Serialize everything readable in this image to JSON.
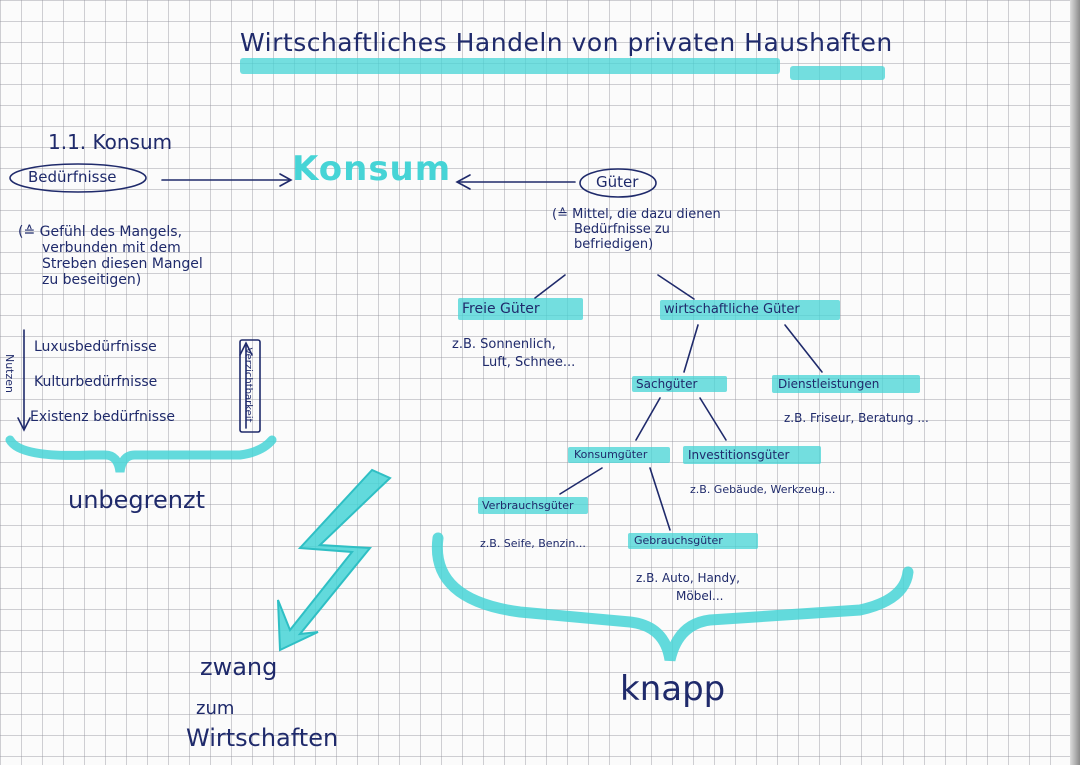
{
  "title": "Wirtschaftliches Handeln von privaten Haushaften",
  "section": "1.1. Konsum",
  "center_word": "Konsum",
  "left": {
    "node": "Bedürfnisse",
    "definition": [
      "(≙ Gefühl des Mangels,",
      "verbunden mit dem",
      "Streben diesen Mangel",
      "zu beseitigen)"
    ],
    "pyramid": [
      "Luxusbedürfnisse",
      "Kulturbedürfnisse",
      "Existenz bedürfnisse"
    ],
    "axis_left": "Nutzen",
    "axis_right": "Verzichtbarkeit",
    "result": "unbegrenzt"
  },
  "right": {
    "node": "Güter",
    "definition": [
      "(≙ Mittel, die dazu dienen",
      "Bedürfnisse zu",
      "befriedigen)"
    ],
    "free_goods": "Freie Güter",
    "free_examples": [
      "z.B. Sonnenlich,",
      "Luft, Schnee..."
    ],
    "economic_goods": "wirtschaftliche Güter",
    "material_goods": "Sachgüter",
    "services": "Dienstleistungen",
    "services_examples": "z.B. Friseur, Beratung ...",
    "consumer_goods": "Konsumgüter",
    "investment_goods": "Investitionsgüter",
    "investment_examples": "z.B. Gebäude, Werkzeug...",
    "consumables": "Verbrauchsgüter",
    "consumables_examples": "z.B. Seife, Benzin...",
    "durables": "Gebrauchsgüter",
    "durables_examples": [
      "z.B. Auto, Handy,",
      "Möbel..."
    ],
    "result": "knapp"
  },
  "bottom": [
    "zwang",
    "zum",
    "Wirtschaften"
  ],
  "colors": {
    "ink": "#1f2a6b",
    "highlighter": "#46d4d6",
    "grid": "#9696a0"
  }
}
